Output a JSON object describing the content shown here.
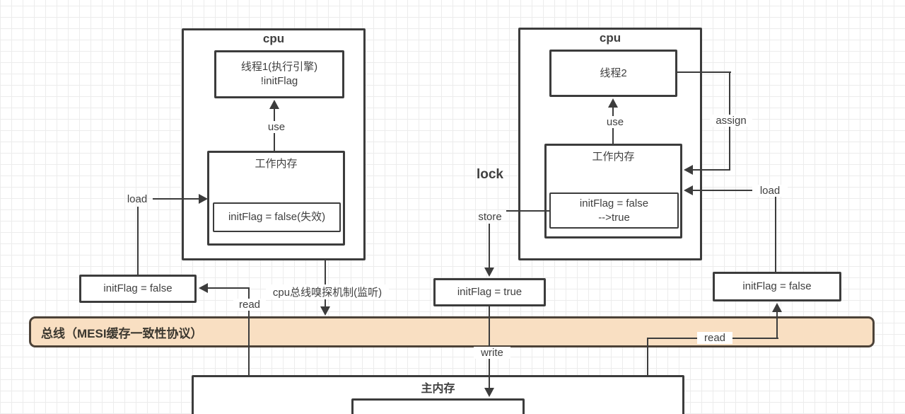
{
  "colors": {
    "line": "#3c3c3c",
    "text": "#3f3f3f",
    "bus_fill": "#f9dfc2",
    "bus_border": "#4c4238",
    "background": "#ffffff",
    "grid": "#ececec"
  },
  "left_cpu": {
    "title": "cpu",
    "thread_line1": "线程1(执行引擎)",
    "thread_line2": "!initFlag",
    "use_label": "use",
    "load_label": "load",
    "working_memory_title": "工作内存",
    "working_memory_value": "initFlag = false(失效)",
    "cache_box": "initFlag = false",
    "read_label": "read",
    "sniff_label": "cpu总线嗅探机制(监听)"
  },
  "center": {
    "lock_label": "lock",
    "store_label": "store",
    "flag_box": "initFlag = true",
    "write_label": "write"
  },
  "right_cpu": {
    "title": "cpu",
    "thread_label": "线程2",
    "use_label": "use",
    "assign_label": "assign",
    "load_label": "load",
    "working_memory_title": "工作内存",
    "working_memory_value_line1": "initFlag = false",
    "working_memory_value_line2": "-->true",
    "cache_box": "initFlag = false",
    "read_label": "read"
  },
  "bus": {
    "label": "总线（MESI缓存一致性协议）"
  },
  "main_memory": {
    "title": "主内存"
  }
}
